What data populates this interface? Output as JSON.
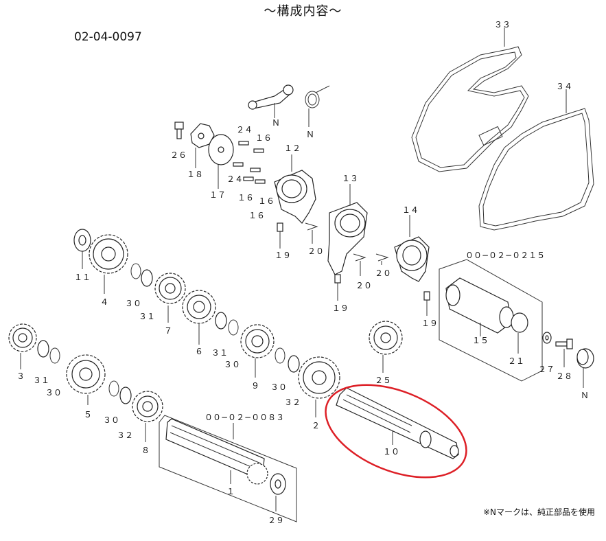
{
  "header": {
    "title": "〜構成内容〜",
    "code": "02-04-0097"
  },
  "footer": {
    "note": "※Nマークは、純正部品を使用"
  },
  "colors": {
    "highlight": "#dd1f26",
    "line": "#222222"
  },
  "labels": {
    "p33": "３３",
    "p34": "３４",
    "p26": "２６",
    "p18": "１８",
    "p17": "１７",
    "p24a": "２４",
    "p24b": "２４",
    "p16a": "１６",
    "p16b": "１６",
    "p16c": "１６",
    "p16d": "１６",
    "p12": "１２",
    "p13": "１３",
    "p14": "１４",
    "p19a": "１９",
    "p19b": "１９",
    "p19c": "１９",
    "p20a": "２０",
    "p20b": "２０",
    "p20c": "２０",
    "pNa": "Ｎ",
    "pNb": "Ｎ",
    "pNc": "Ｎ",
    "p11": "１１",
    "p4": "４",
    "p30a": "３０",
    "p31a": "３１",
    "p7": "７",
    "p6": "６",
    "p31b": "３１",
    "p30b": "３０",
    "p9": "９",
    "p30c": "３０",
    "p32a": "３２",
    "p2": "２",
    "p25": "２５",
    "p3": "３",
    "p31c": "３１",
    "p30d": "３０",
    "p5": "５",
    "p30e": "３０",
    "p32b": "３２",
    "p8": "８",
    "p1": "１",
    "p29": "２９",
    "p10": "１０",
    "p15": "１５",
    "p21": "２１",
    "p27": "２７",
    "p28": "２８",
    "box0083": "００−０２−００８３",
    "box0215": "００−０２−０２１５"
  }
}
